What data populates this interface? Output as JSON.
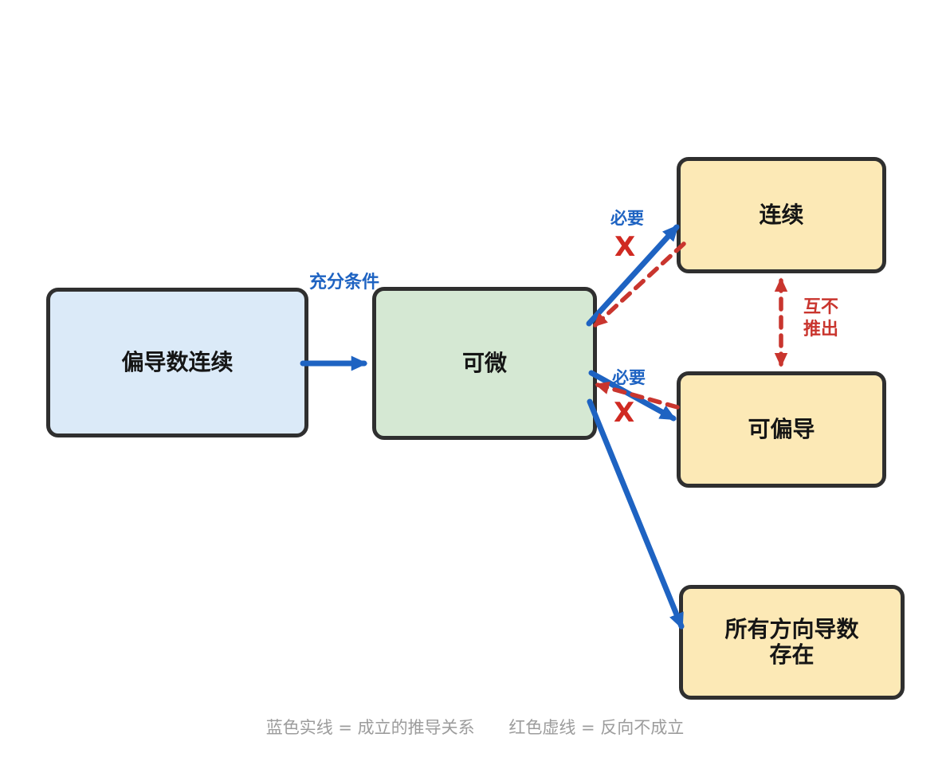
{
  "diagram": {
    "topic": "multivariable-calculus-differentiability-relations",
    "background": "#ffffff"
  },
  "colors": {
    "implication_blue": "#1E63C2",
    "negation_red": "#C9352E",
    "x_red": "#D02A22",
    "node_border": "#2F2F2F",
    "node_fill_blue": "#DBEAF8",
    "node_fill_green": "#D5E8D3",
    "node_fill_yellow": "#FCE9B6",
    "legend_gray": "#9C9C9C"
  },
  "nodes": {
    "partial_continuous": {
      "label": "偏导数连续"
    },
    "differentiable": {
      "label": "可微"
    },
    "continuous": {
      "label": "连续"
    },
    "partial_derivable": {
      "label": "可偏导"
    },
    "directional": {
      "label": "所有方向导数\n存在"
    }
  },
  "edge_labels": {
    "sufficient": "充分条件",
    "necessary_top": "必要",
    "x_top": "X",
    "necessary_bottom": "必要",
    "x_bottom": "X",
    "mutual": "互不\n推出"
  },
  "edges": [
    {
      "from": "偏导数连续",
      "to": "可微",
      "style": "blue-solid",
      "label": "充分条件"
    },
    {
      "from": "可微",
      "to": "连续",
      "style": "blue-solid",
      "label": "必要"
    },
    {
      "from": "连续",
      "to": "可微",
      "style": "red-dashed",
      "label": "X"
    },
    {
      "from": "可微",
      "to": "可偏导",
      "style": "blue-solid",
      "label": "必要"
    },
    {
      "from": "可偏导",
      "to": "可微",
      "style": "red-dashed",
      "label": "X"
    },
    {
      "from": "可微",
      "to": "所有方向导数存在",
      "style": "blue-solid",
      "label": ""
    },
    {
      "from": "连续",
      "to": "可偏导",
      "style": "red-dashed-double",
      "label": "互不推出"
    }
  ],
  "legend": {
    "blue": "蓝色实线 = 成立的推导关系",
    "red": "红色虚线 = 反向不成立"
  }
}
